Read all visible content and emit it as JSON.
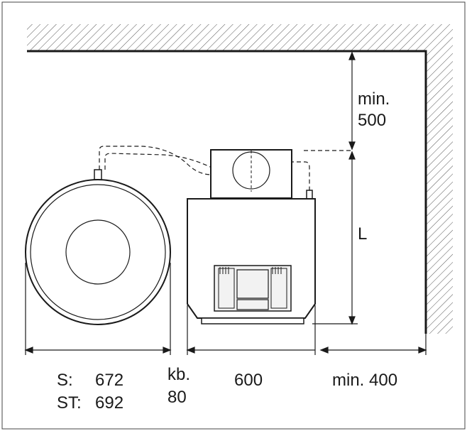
{
  "dimensions": {
    "wall_clearance": [
      "min.",
      "500"
    ],
    "depth_label": "L",
    "tank_width": [
      "S:",
      "672",
      "ST:",
      "692"
    ],
    "gap": [
      "kb.",
      "80"
    ],
    "unit_width": "600",
    "side_clearance": "min. 400"
  },
  "colors": {
    "line": "#1a1a1a",
    "hatch": "#555555",
    "background": "#ffffff"
  }
}
